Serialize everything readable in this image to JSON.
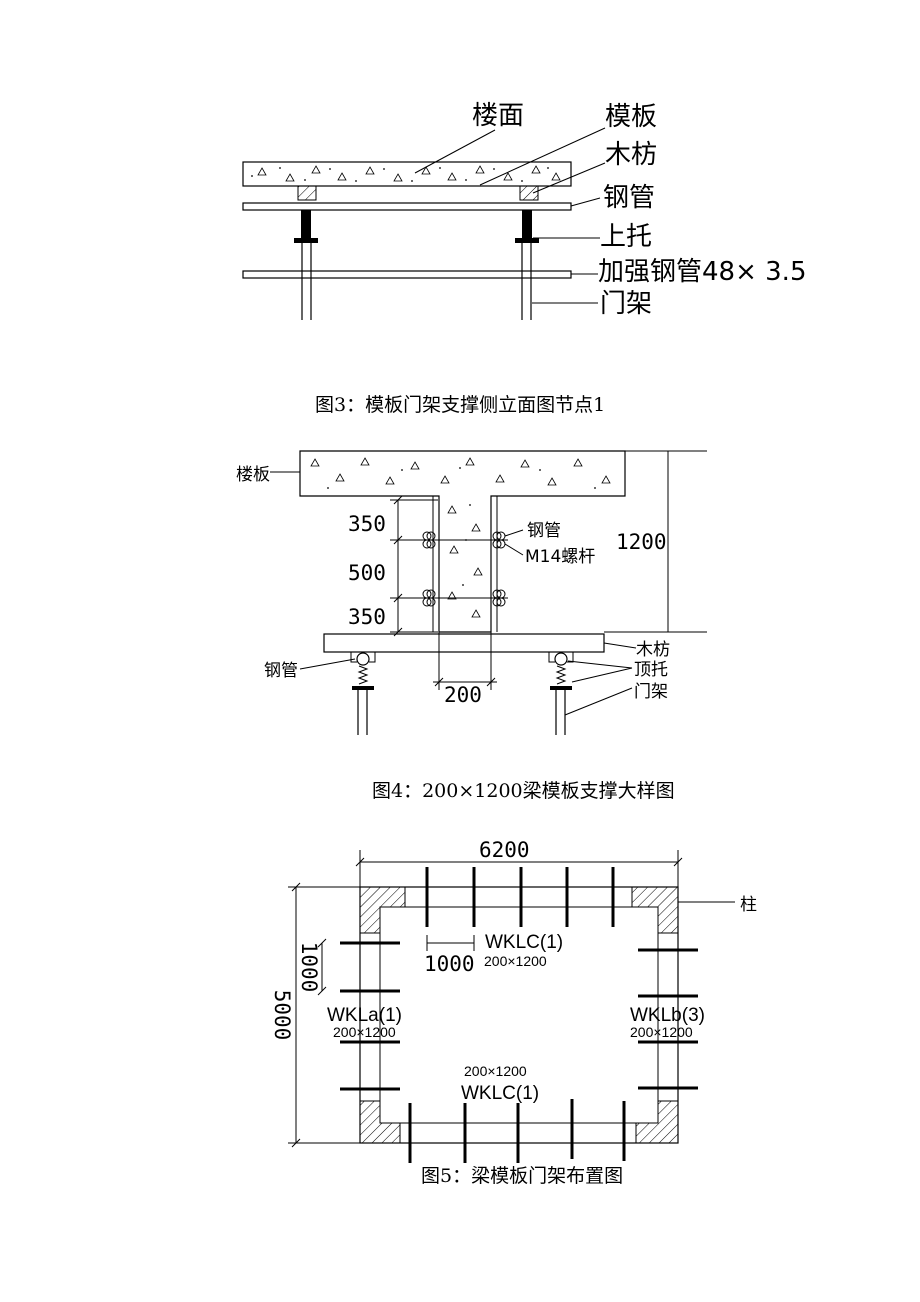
{
  "fig3": {
    "labels": {
      "floor_surface": "楼面",
      "formwork": "模板",
      "timber_joist": "木枋",
      "steel_pipe": "钢管",
      "top_support": "上托",
      "reinforcing_pipe": "加强钢管48× 3.5",
      "portal_frame": "门架"
    },
    "caption": "图3：模板门架支撑侧立面图节点1"
  },
  "fig4": {
    "labels": {
      "slab": "楼板",
      "steel_pipe_right": "钢管",
      "bolt": "M14螺杆",
      "timber_joist": "木枋",
      "steel_pipe_left": "钢管",
      "top_support": "顶托",
      "portal_frame": "门架"
    },
    "dimensions": {
      "d1": "350",
      "d2": "500",
      "d3": "350",
      "height": "1200",
      "width": "200"
    },
    "caption": "图4：200×1200梁模板支撑大样图"
  },
  "fig5": {
    "dimensions": {
      "width": "6200",
      "height": "5000",
      "spacing_v": "1000",
      "spacing_h": "1000"
    },
    "column_label": "柱",
    "beams": {
      "top_name": "WKLC(1)",
      "top_size": "200×1200",
      "left_name": "WKLa(1)",
      "left_size": "200×1200",
      "right_name": "WKLb(3)",
      "right_size": "200×1200",
      "bottom_size": "200×1200",
      "bottom_name": "WKLC(1)"
    },
    "caption": "图5：梁模板门架布置图"
  }
}
